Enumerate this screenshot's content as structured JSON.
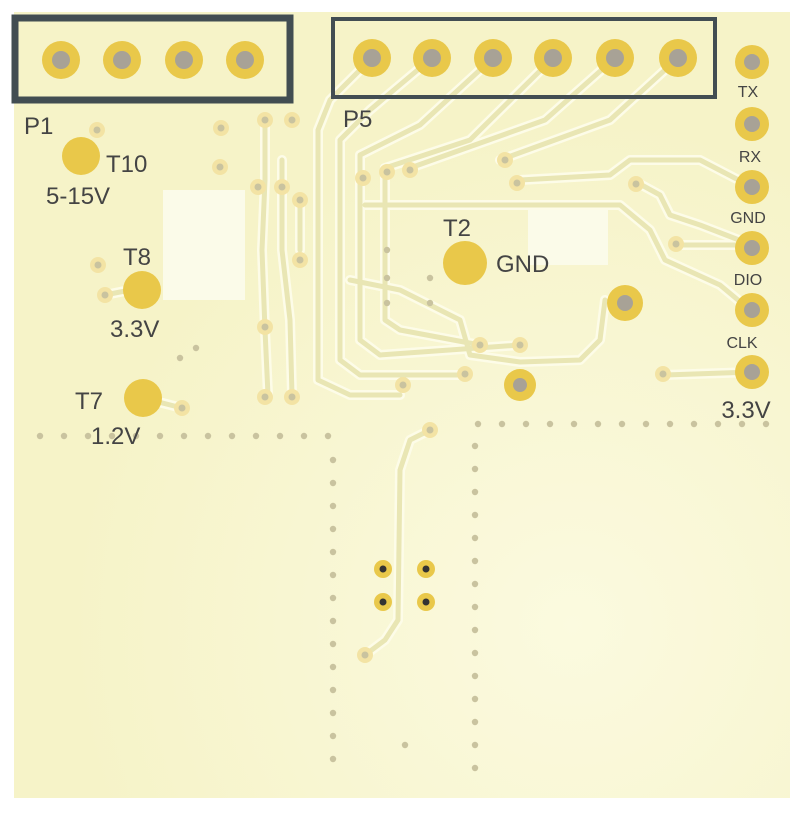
{
  "board": {
    "colors": {
      "substrate": "#f6f3c8",
      "substrate_light": "#fbfadf",
      "trace": "#e9e6b4",
      "trace_edge": "#fdfce8",
      "pad_ring": "#e9c84a",
      "pad_hole": "#a8a296",
      "via_ring": "#f3e3a4",
      "via_hole": "#c9c39f",
      "outline": "#424d52",
      "label": "#444444",
      "smd_pad": "#fbfbe9",
      "thermal_via": "#333333"
    },
    "headers": {
      "p1": {
        "label": "P1",
        "pin_count": 4
      },
      "p5": {
        "label": "P5",
        "pin_count": 6
      }
    },
    "connector_pins": [
      "TX",
      "RX",
      "GND",
      "DIO",
      "CLK",
      "3.3V"
    ],
    "test_points": [
      {
        "id": "t10",
        "name": "T10",
        "net": "5-15V"
      },
      {
        "id": "t8",
        "name": "T8",
        "net": "3.3V"
      },
      {
        "id": "t7",
        "name": "T7",
        "net": "1.2V"
      },
      {
        "id": "t2",
        "name": "T2",
        "net": "GND"
      }
    ]
  }
}
